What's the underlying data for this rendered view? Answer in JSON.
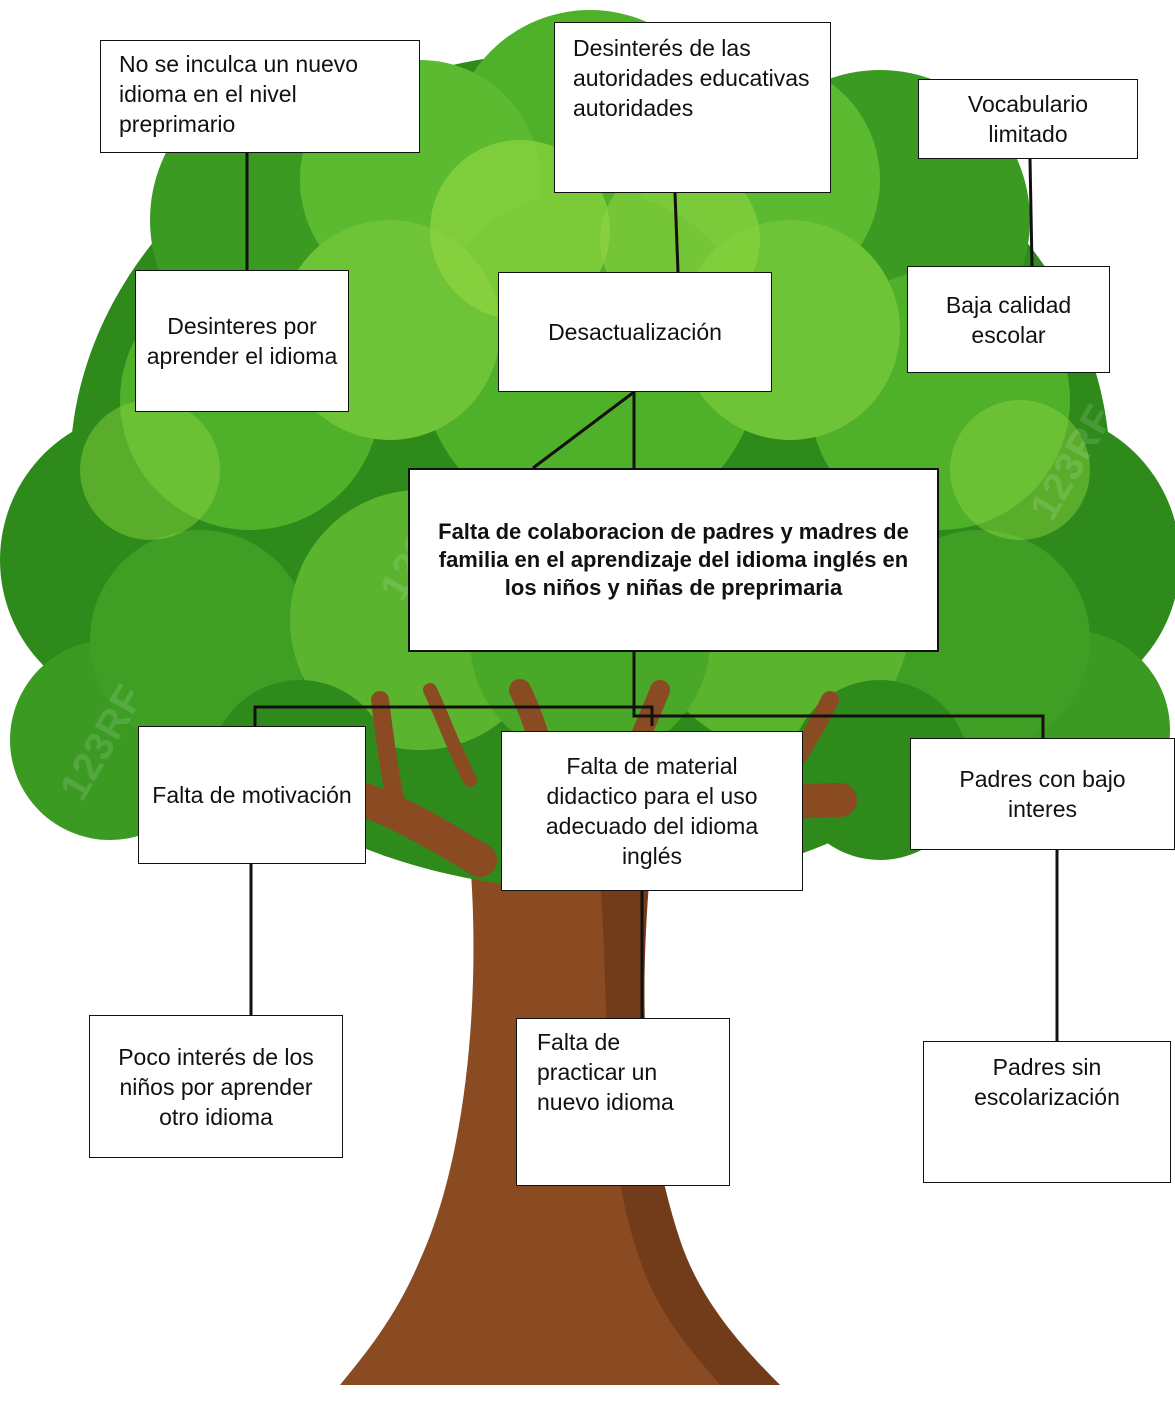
{
  "watermark": "123RF",
  "colors": {
    "foliage_dark": "#2f8a1c",
    "foliage_mid": "#4fb02a",
    "foliage_light": "#8ed63f",
    "trunk": "#8a4b22",
    "trunk_dark": "#5e3014",
    "line": "#111111"
  },
  "central_problem": "Falta de colaboracion de padres y madres de familia en el aprendizaje del idioma inglés en los niños y niñas de preprimaria",
  "effects": {
    "desinteres_idioma": "Desinteres por aprender el idioma",
    "no_inculca": "No se inculca un nuevo idioma en el nivel preprimario",
    "desactualizacion": "Desactualización",
    "desinteres_autoridades": "Desinterés de las autoridades educativas autoridades",
    "baja_calidad": "Baja calidad escolar",
    "vocabulario": "Vocabulario limitado"
  },
  "causes": {
    "falta_motivacion": "Falta de motivación",
    "poco_interes": "Poco interés de los niños por aprender otro idioma",
    "falta_material": "Falta de material didactico para el uso adecuado del idioma inglés",
    "falta_practicar": "Falta de practicar un nuevo idioma",
    "padres_bajo_interes": "Padres con bajo interes",
    "padres_sin_escolarizacion": "Padres sin escolarización"
  }
}
